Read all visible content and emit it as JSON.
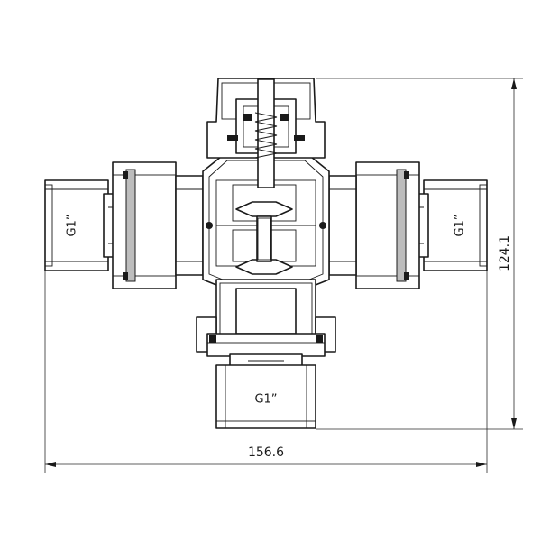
{
  "labels": {
    "left_port": "G1”",
    "right_port": "G1”",
    "bottom_port": "G1”"
  },
  "dimensions": {
    "width": "156.6",
    "height": "124.1"
  }
}
